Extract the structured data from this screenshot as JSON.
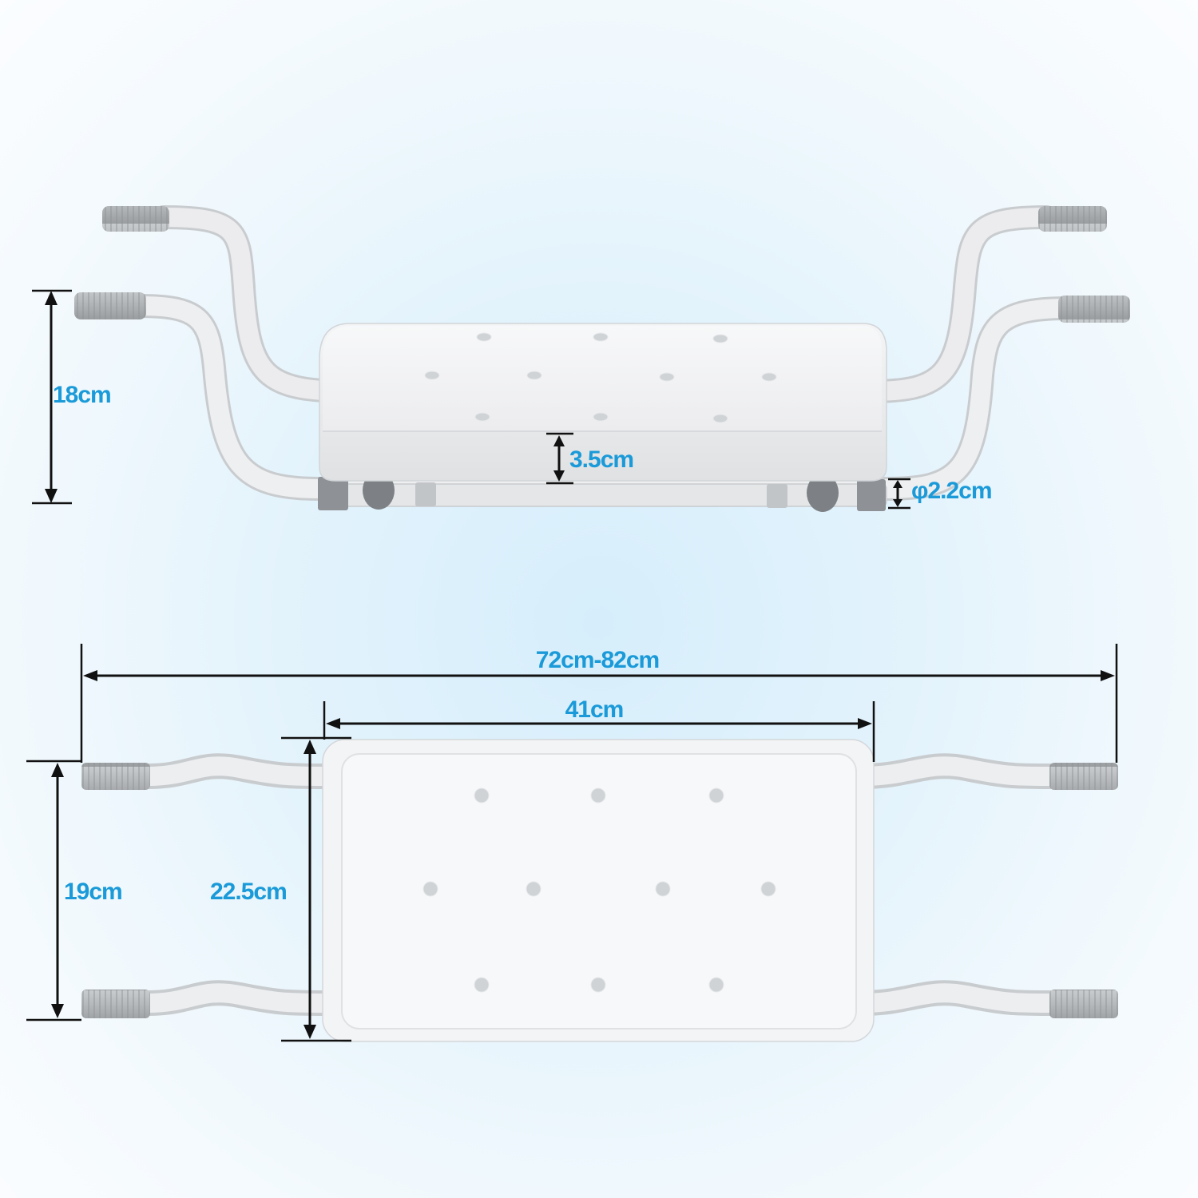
{
  "side_view": {
    "height_label": "18cm",
    "seat_thickness_label": "3.5cm",
    "tube_diameter_label": "φ2.2cm"
  },
  "top_view": {
    "total_width_label": "72cm-82cm",
    "seat_width_label": "41cm",
    "leg_spacing_label": "19cm",
    "seat_depth_label": "22.5cm"
  },
  "colors": {
    "dimension_text": "#1a9ad8",
    "dimension_lines": "#111111",
    "seat": "#f4f5f6",
    "tube": "#e4e6e8",
    "grip": "#b9bcbf",
    "connector": "#8e9296"
  }
}
